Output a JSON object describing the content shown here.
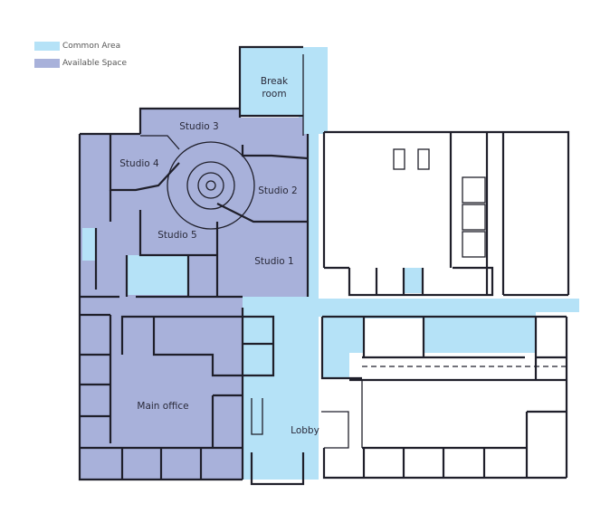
{
  "legend": {
    "items": [
      {
        "label": "Common Area",
        "color": "#b5e2f7"
      },
      {
        "label": "Available Space",
        "color": "#a8b1da"
      }
    ]
  },
  "rooms": {
    "break_room_line1": "Break",
    "break_room_line2": "room",
    "studio3": "Studio 3",
    "studio4": "Studio 4",
    "studio2": "Studio 2",
    "studio5": "Studio 5",
    "studio1": "Studio 1",
    "main_office": "Main office",
    "lobby": "Lobby"
  },
  "colors": {
    "common_area": "#b5e2f7",
    "available_space": "#a8b1da",
    "wall": "#1f1f2a",
    "unassigned": "#ffffff"
  }
}
